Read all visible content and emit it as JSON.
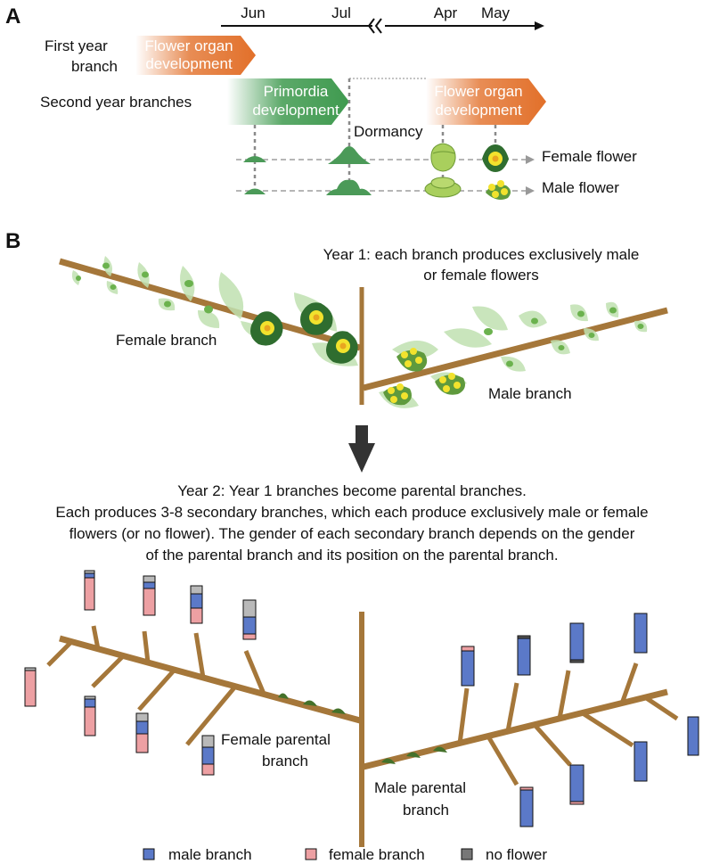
{
  "panel_a": {
    "letter": "A",
    "months": [
      "Jun",
      "Jul",
      "Apr",
      "May"
    ],
    "first_year_label": [
      "First year",
      "branch"
    ],
    "second_year_label": "Second year branches",
    "stage_flower_organ_1": [
      "Flower organ",
      "development"
    ],
    "stage_primordia": [
      "Primordia",
      "development"
    ],
    "stage_flower_organ_2": [
      "Flower organ",
      "development"
    ],
    "dormancy": "Dormancy",
    "female_flower": "Female flower",
    "male_flower": "Male flower"
  },
  "panel_b": {
    "letter": "B",
    "year1_caption": [
      "Year 1: each branch produces exclusively male",
      "or female flowers"
    ],
    "female_branch": "Female branch",
    "male_branch": "Male branch",
    "year2_caption": [
      "Year 2: Year 1 branches become parental branches.",
      "Each produces 3-8 secondary branches, which each produce exclusively male or female",
      "flowers (or no flower). The gender of each secondary branch depends on the gender",
      "of the parental branch and its position on the parental branch."
    ],
    "female_parental": [
      "Female parental",
      "branch"
    ],
    "male_parental": [
      "Male parental",
      "branch"
    ],
    "legend": [
      {
        "label": "male branch",
        "color": "#5b79c8"
      },
      {
        "label": "female branch",
        "color": "#eda0a3"
      },
      {
        "label": "no flower",
        "color": "#b9b9b9"
      }
    ],
    "colors": {
      "branch": "#a5773a",
      "leaf": "#bfe0b0",
      "orange": "#e2702a",
      "green": "#3f9a4f"
    }
  }
}
